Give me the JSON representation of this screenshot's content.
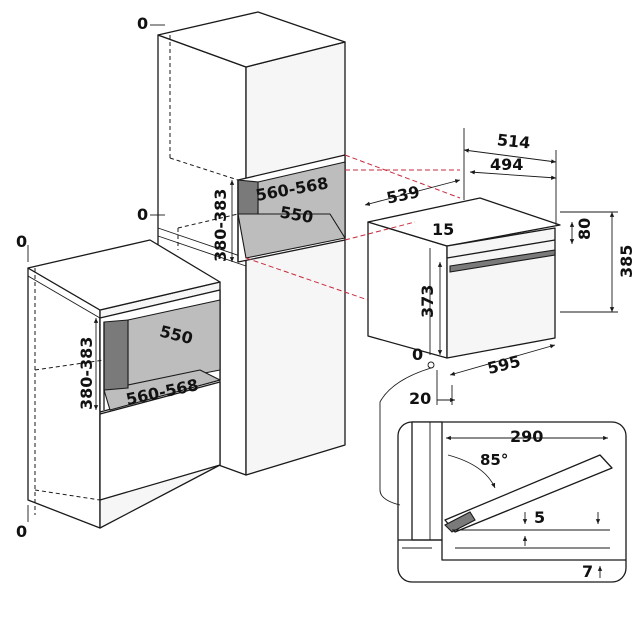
{
  "dimensions": {
    "tall_top_offset": "0",
    "tall_mid_offset": "0",
    "base_top_offset": "0",
    "base_bottom_offset": "0",
    "tall_niche_width": "560-568",
    "tall_niche_depth": "550",
    "tall_niche_height": "380-383",
    "base_niche_width": "560-568",
    "base_niche_depth": "550",
    "base_niche_height": "380-383",
    "oven_outer_depth": "539",
    "oven_depth_514": "514",
    "oven_depth_494": "494",
    "oven_top_gap": "15",
    "oven_panel_height": "80",
    "oven_total_height": "385",
    "oven_body_height": "373",
    "oven_width": "595",
    "oven_side_offset": "0",
    "oven_bottom_offset": "20",
    "door_swing_clearance": "290",
    "door_angle": "85°",
    "door_gap_5": "5",
    "door_gap_7": "7"
  }
}
